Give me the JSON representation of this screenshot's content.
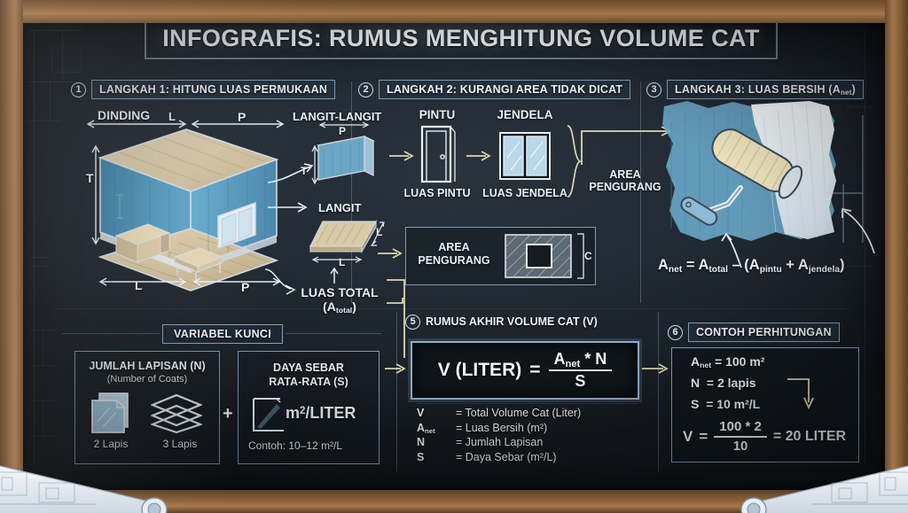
{
  "title": "INFOGRAFIS: RUMUS MENGHITUNG VOLUME CAT",
  "colors": {
    "board": "#1a2129",
    "frame_wood": "#8a6238",
    "chalk": "#eaf1f7",
    "accent_blue": "#6fa8c8",
    "wall_blue": "#5b9bc0",
    "wood_floor": "#cdbb95"
  },
  "steps": [
    {
      "num": "1",
      "label": "LANGKAH 1: HITUNG LUAS PERMUKAAN"
    },
    {
      "num": "2",
      "label": "LANGKAH 2: KURANGI AREA TIDAK DICAT"
    },
    {
      "num": "3",
      "label": "LANGKAH 3: LUAS BERSIH (A",
      "label_sub": "net",
      "label_tail": ")"
    },
    {
      "num": "5",
      "label": "RUMUS AKHIR VOLUME CAT (V)"
    },
    {
      "num": "6",
      "label": "CONTOH PERHITUNGAN"
    }
  ],
  "step1": {
    "wall_label": "DINDING",
    "dim_l_top": "L",
    "dim_p_top": "P",
    "dim_t_left": "T",
    "dim_l_bottom": "L",
    "dim_p_bottom": "P",
    "ceiling_label": "LANGIT-LANGIT",
    "ceiling_dim_p": "P",
    "ceiling_dim_t": "T",
    "floor_label": "LANGIT",
    "floor_dim_l_right": "L",
    "floor_dim_l_bottom": "L",
    "total_label": "LUAS TOTAL",
    "total_sub": "(A",
    "total_sub_small": "total",
    "total_sub_end": ")"
  },
  "step2": {
    "door_title": "PINTU",
    "door_caption": "LUAS PINTU",
    "window_title": "JENDELA",
    "window_caption": "LUAS JENDELA",
    "deduct_label_1": "AREA",
    "deduct_label_2": "PENGURANG",
    "deduct_box_label_1": "AREA",
    "deduct_box_label_2": "PENGURANG",
    "deduct_box_dim": "C"
  },
  "step3": {
    "formula_lhs": "A",
    "formula_lhs_sub": "net",
    "formula_eq": "= A",
    "formula_total_sub": "total",
    "formula_minus": "– (A",
    "formula_pintu_sub": "pintu",
    "formula_plus": "+ A",
    "formula_jendela_sub": "jendela",
    "formula_close": ")"
  },
  "variabel_kunci": {
    "section_title": "VARIABEL KUNCI",
    "card1": {
      "title": "JUMLAH LAPISAN (N)",
      "subtitle": "(Number of Coats)",
      "icon1_caption": "2 Lapis",
      "icon2_caption": "3 Lapis",
      "icon1_name": "two-sheets-icon",
      "icon2_name": "three-layers-icon"
    },
    "plus": "+",
    "card2": {
      "title_line1": "DAYA SEBAR",
      "title_line2": "RATA-RATA (S)",
      "unit": "m",
      "unit_sup": "2",
      "unit_tail": "/LITER",
      "note": "Contoh: 10–12 m²/L"
    }
  },
  "final_formula": {
    "lhs": "V (LITER)",
    "eq": "=",
    "numerator_a": "A",
    "numerator_sub": "net",
    "numerator_tail": "* N",
    "denominator": "S"
  },
  "legend": [
    {
      "key": "V",
      "key_sub": "",
      "value": "= Total Volume Cat (Liter)"
    },
    {
      "key": "A",
      "key_sub": "net",
      "value": "= Luas Bersih (m²)"
    },
    {
      "key": "N",
      "key_sub": "",
      "value": "= Jumlah Lapisan"
    },
    {
      "key": "S",
      "key_sub": "",
      "value": "= Daya Sebar (m²/L)"
    }
  ],
  "example": {
    "line1_k": "A",
    "line1_sub": "net",
    "line1_v": "= 100 m²",
    "line2_k": "N",
    "line2_v": "= 2 lapis",
    "line3_k": "S",
    "line3_v": "= 10 m²/L",
    "result_lhs": "V",
    "result_eq": "=",
    "result_num": "100 * 2",
    "result_den": "10",
    "result_tail": "= 20 LITER"
  }
}
